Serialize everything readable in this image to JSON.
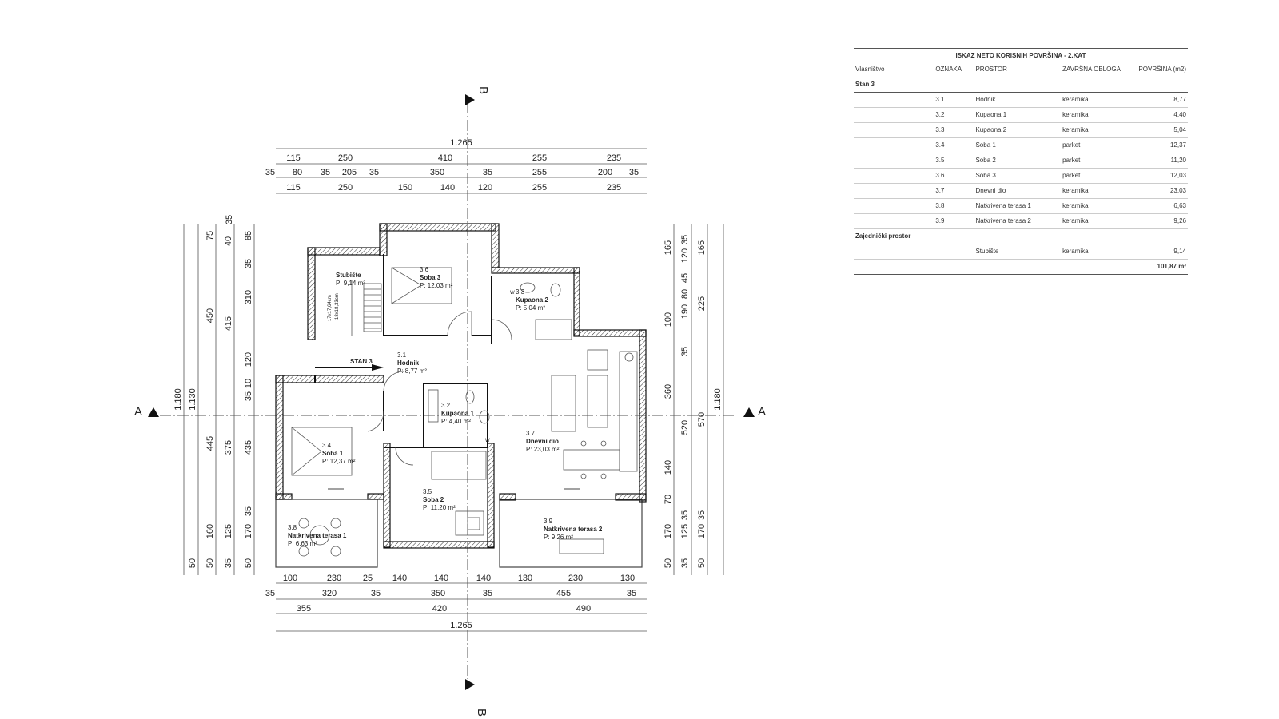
{
  "plan": {
    "stan_marker": "STAN 3",
    "section_a": "A",
    "section_b": "B",
    "rooms": [
      {
        "num": "3.1",
        "name": "Hodnik",
        "area": "P: 8,77 m²"
      },
      {
        "num": "3.2",
        "name": "Kupaona 1",
        "area": "P: 4,40 m²"
      },
      {
        "num": "3.3",
        "name": "Kupaona 2",
        "area": "P: 5,04 m²"
      },
      {
        "num": "3.4",
        "name": "Soba 1",
        "area": "P: 12,37 m²"
      },
      {
        "num": "3.5",
        "name": "Soba 2",
        "area": "P: 11,20 m²"
      },
      {
        "num": "3.6",
        "name": "Soba 3",
        "area": "P: 12,03 m²"
      },
      {
        "num": "3.7",
        "name": "Dnevni dio",
        "area": "P: 23,03 m²"
      },
      {
        "num": "3.8",
        "name": "Natkrivena terasa 1",
        "area": "P: 6,63 m²"
      },
      {
        "num": "3.9",
        "name": "Natkrivena terasa 2",
        "area": "P: 9,26 m²"
      },
      {
        "num": "",
        "name": "Stubište",
        "area": "P: 9,14 m²"
      }
    ],
    "stair_note_1": "18x18,33cm",
    "stair_note_2": "17x17,64cm",
    "stair_wc_label": "W",
    "dims_top": {
      "total": "1.265",
      "row1": [
        "115",
        "250",
        "410",
        "255",
        "235"
      ],
      "row2": [
        "35",
        "80",
        "35",
        "205",
        "35",
        "350",
        "35",
        "255",
        "200",
        "35"
      ],
      "row3": [
        "115",
        "250",
        "150",
        "140",
        "120",
        "255",
        "235"
      ]
    },
    "dims_bottom": {
      "row1": [
        "100",
        "230",
        "25",
        "140",
        "140",
        "140",
        "130",
        "230",
        "130"
      ],
      "row2": [
        "35",
        "320",
        "35",
        "350",
        "35",
        "455",
        "35"
      ],
      "row3": [
        "355",
        "420",
        "490"
      ],
      "total": "1.265"
    },
    "dims_left": {
      "col1": "1.180",
      "col2": "1.130",
      "col3": [
        "75",
        "450",
        "445",
        "160",
        "50"
      ],
      "col4": [
        "40",
        "415",
        "375",
        "125",
        "35"
      ],
      "col5": [
        "35",
        "310",
        "120",
        "10",
        "35",
        "435",
        "35",
        "170",
        "50"
      ],
      "col6": [
        "35",
        "85",
        "50"
      ]
    },
    "dims_right": {
      "col1": [
        "165",
        "120",
        "35",
        "45",
        "80",
        "190",
        "100",
        "35",
        "360",
        "140",
        "70",
        "35",
        "125",
        "170",
        "35",
        "50"
      ],
      "col2": [
        "165",
        "225",
        "520",
        "35",
        "170",
        "50"
      ],
      "col3": "570",
      "col4": "1.180"
    }
  },
  "table": {
    "title": "ISKAZ NETO KORISNIH POVRŠINA - 2.KAT",
    "headers": [
      "Vlasništvo",
      "OZNAKA",
      "PROSTOR",
      "ZAVRŠNA OBLOGA",
      "POVRŠINA (m2)"
    ],
    "group1": "Stan 3",
    "rows": [
      [
        "3.1",
        "Hodnik",
        "keramika",
        "8,77"
      ],
      [
        "3.2",
        "Kupaona 1",
        "keramika",
        "4,40"
      ],
      [
        "3.3",
        "Kupaona 2",
        "keramika",
        "5,04"
      ],
      [
        "3.4",
        "Soba 1",
        "parket",
        "12,37"
      ],
      [
        "3.5",
        "Soba 2",
        "parket",
        "11,20"
      ],
      [
        "3.6",
        "Soba 3",
        "parket",
        "12,03"
      ],
      [
        "3.7",
        "Dnevni dio",
        "keramika",
        "23,03"
      ],
      [
        "3.8",
        "Natkrivena terasa 1",
        "keramika",
        "6,63"
      ],
      [
        "3.9",
        "Natkrivena terasa 2",
        "keramika",
        "9,26"
      ]
    ],
    "group2": "Zajednički prostor",
    "common_row": [
      "",
      "Stubište",
      "keramika",
      "9,14"
    ],
    "total": "101,87 m²"
  }
}
